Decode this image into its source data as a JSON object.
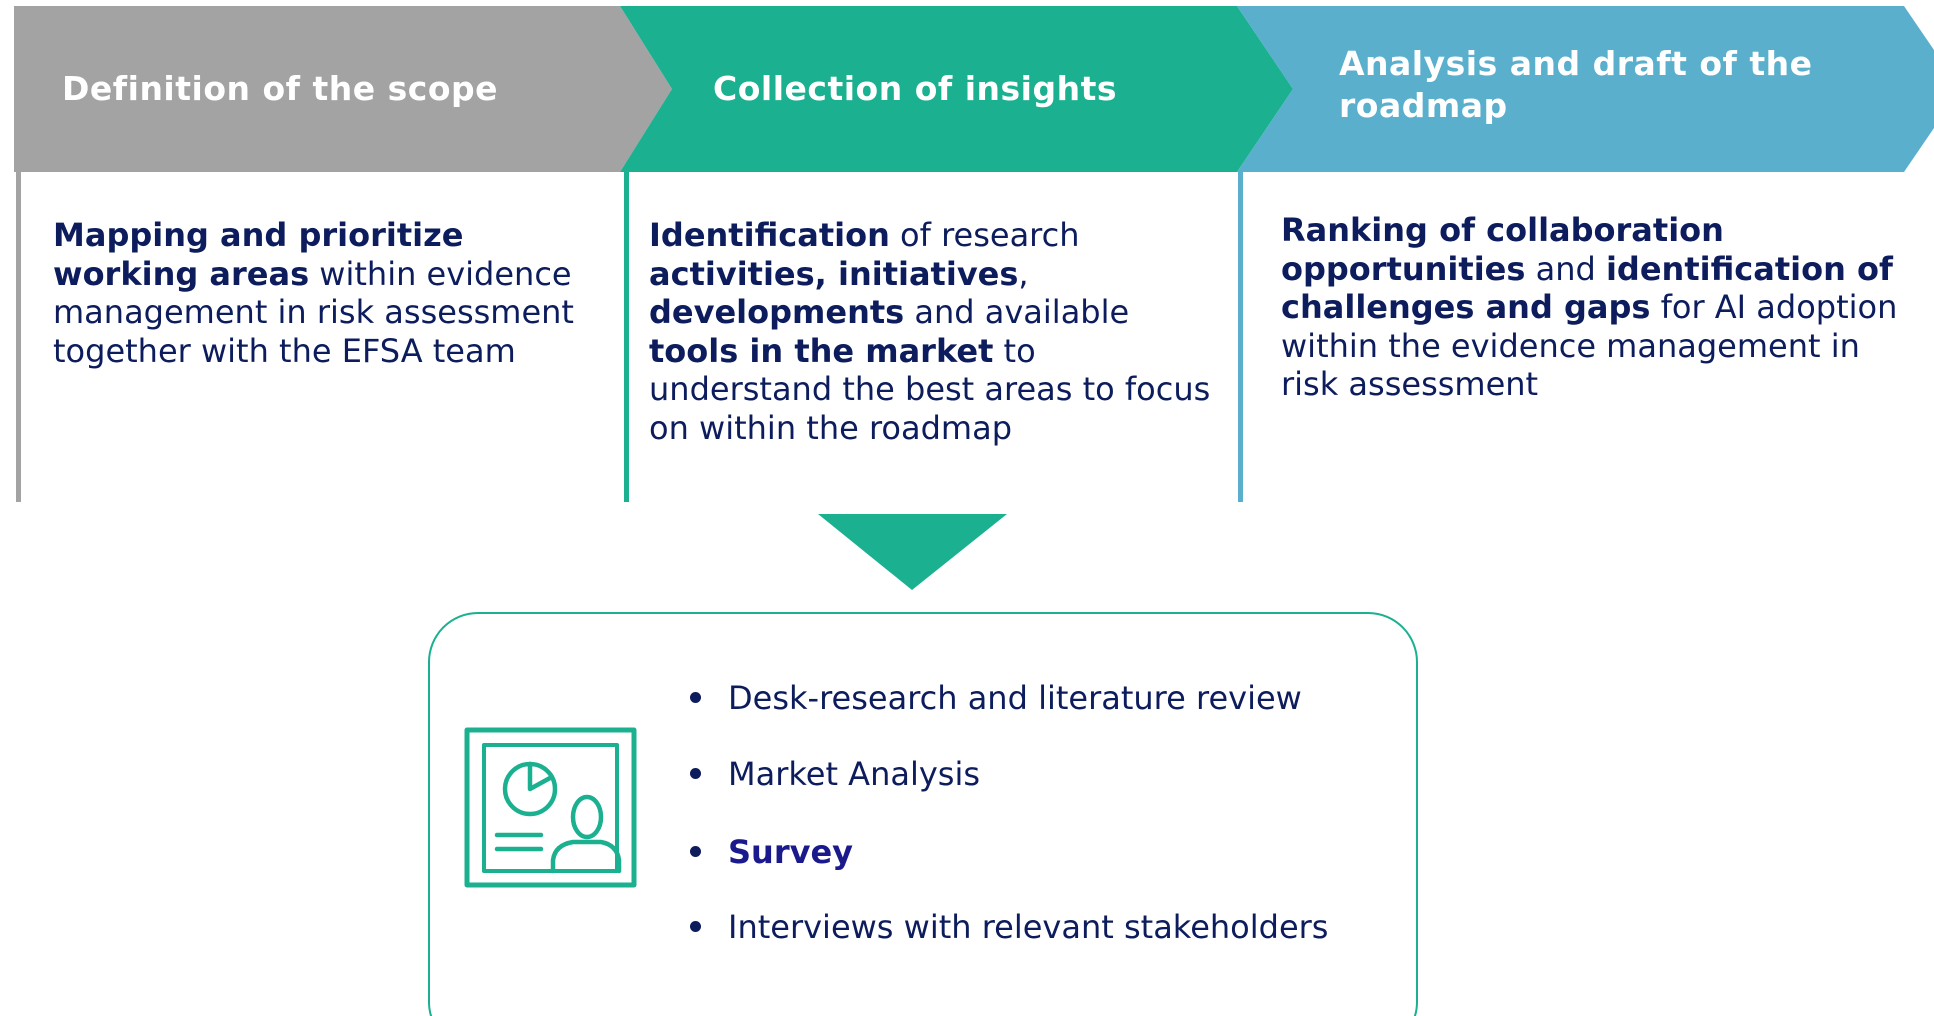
{
  "colors": {
    "phase1": "#a3a3a3",
    "phase2": "#1bb08f",
    "phase3": "#5aafcd",
    "text_dark": "#0c1c5c",
    "highlight_text": "#1a1a8c",
    "accent_green": "#1bb08f"
  },
  "phases": [
    {
      "title": "Definition of the scope",
      "description": [
        {
          "text": "Mapping and prioritize working areas",
          "bold": true
        },
        {
          "text": " within evidence management in risk assessment together with the EFSA team",
          "bold": false
        }
      ]
    },
    {
      "title": "Collection of insights",
      "description": [
        {
          "text": "Identification",
          "bold": true
        },
        {
          "text": "  of research ",
          "bold": false
        },
        {
          "text": "activities, initiatives",
          "bold": true
        },
        {
          "text": ", ",
          "bold": false
        },
        {
          "text": "developments",
          "bold": true
        },
        {
          "text": " and available ",
          "bold": false
        },
        {
          "text": "tools in the market",
          "bold": true
        },
        {
          "text": " to understand the best areas to focus on within the roadmap",
          "bold": false
        }
      ]
    },
    {
      "title": "Analysis and draft of the roadmap",
      "description": [
        {
          "text": "Ranking of collaboration opportunities",
          "bold": true
        },
        {
          "text": "  and ",
          "bold": false
        },
        {
          "text": "identification of challenges and gaps",
          "bold": true
        },
        {
          "text": " for AI adoption within the evidence management in risk assessment",
          "bold": false
        }
      ]
    }
  ],
  "pointer_icon": "down-triangle",
  "methods_icon": "presentation-board-icon",
  "methods": [
    {
      "label": "Desk-research and literature review",
      "highlight": false
    },
    {
      "label": "Market Analysis",
      "highlight": false
    },
    {
      "label": "Survey",
      "highlight": true
    },
    {
      "label": "Interviews with relevant stakeholders",
      "highlight": false
    }
  ]
}
